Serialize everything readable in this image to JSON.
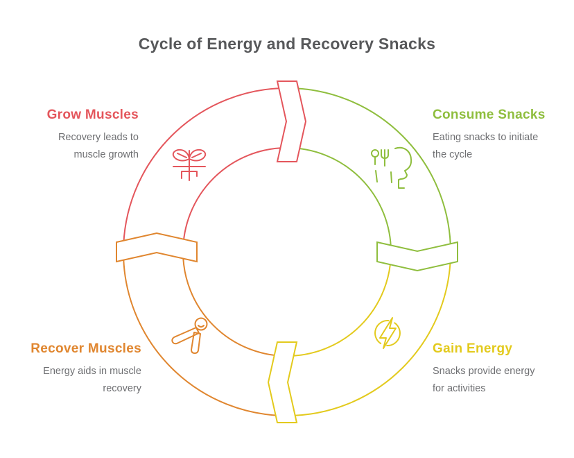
{
  "background_color": "#ffffff",
  "title": {
    "text": "Cycle of Energy and Recovery Snacks",
    "color": "#57585a"
  },
  "diagram": {
    "type": "cycle",
    "direction": "clockwise",
    "description_color": "#6e6f72",
    "steps": [
      {
        "label": "Consume Snacks",
        "description": "Eating snacks to initiate\nthe cycle",
        "color": "#8fbe3e",
        "icon": "eating-icon",
        "position": "top-right"
      },
      {
        "label": "Gain Energy",
        "description": "Snacks provide energy\nfor activities",
        "color": "#e3ca1d",
        "icon": "lightning-bolt-icon",
        "position": "bottom-right"
      },
      {
        "label": "Recover Muscles",
        "description": "Energy aids in muscle\nrecovery",
        "color": "#e0862f",
        "icon": "stretching-person-icon",
        "position": "bottom-left"
      },
      {
        "label": "Grow Muscles",
        "description": "Recovery leads to\nmuscle growth",
        "color": "#e4565c",
        "icon": "seedling-icon",
        "position": "top-left"
      }
    ]
  }
}
